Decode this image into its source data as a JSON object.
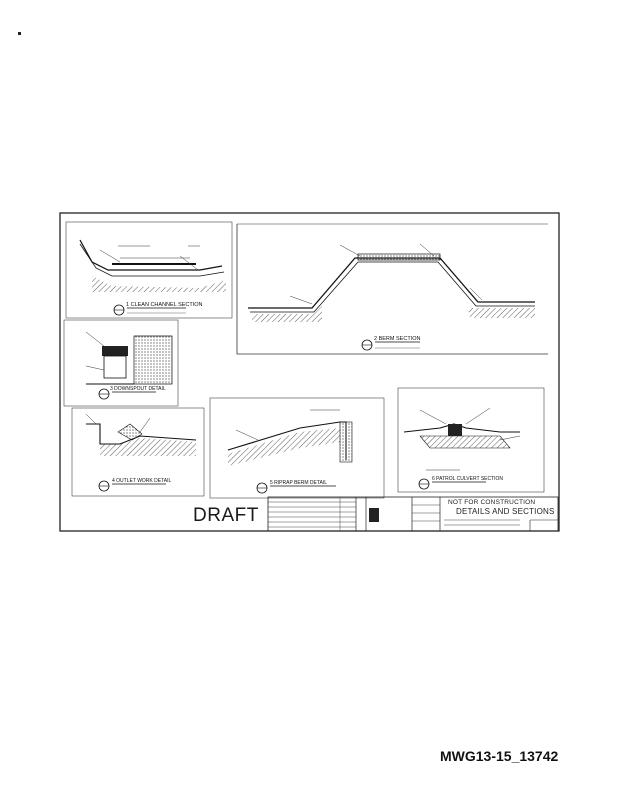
{
  "sheet": {
    "stamp_text": "DRAFT",
    "document_id": "MWG13-15_13742",
    "title_block": {
      "status": "NOT FOR CONSTRUCTION",
      "title": "DETAILS AND SECTIONS"
    }
  },
  "details": [
    {
      "number": "1",
      "caption": "CLEAN CHANNEL SECTION"
    },
    {
      "number": "2",
      "caption": "BERM SECTION"
    },
    {
      "number": "3",
      "caption": "DOWNSPOUT DETAIL"
    },
    {
      "number": "4",
      "caption": "OUTLET WORK DETAIL"
    },
    {
      "number": "5",
      "caption": "RIPRAP BERM DETAIL"
    },
    {
      "number": "6",
      "caption": "PATROL CULVERT SECTION"
    }
  ]
}
